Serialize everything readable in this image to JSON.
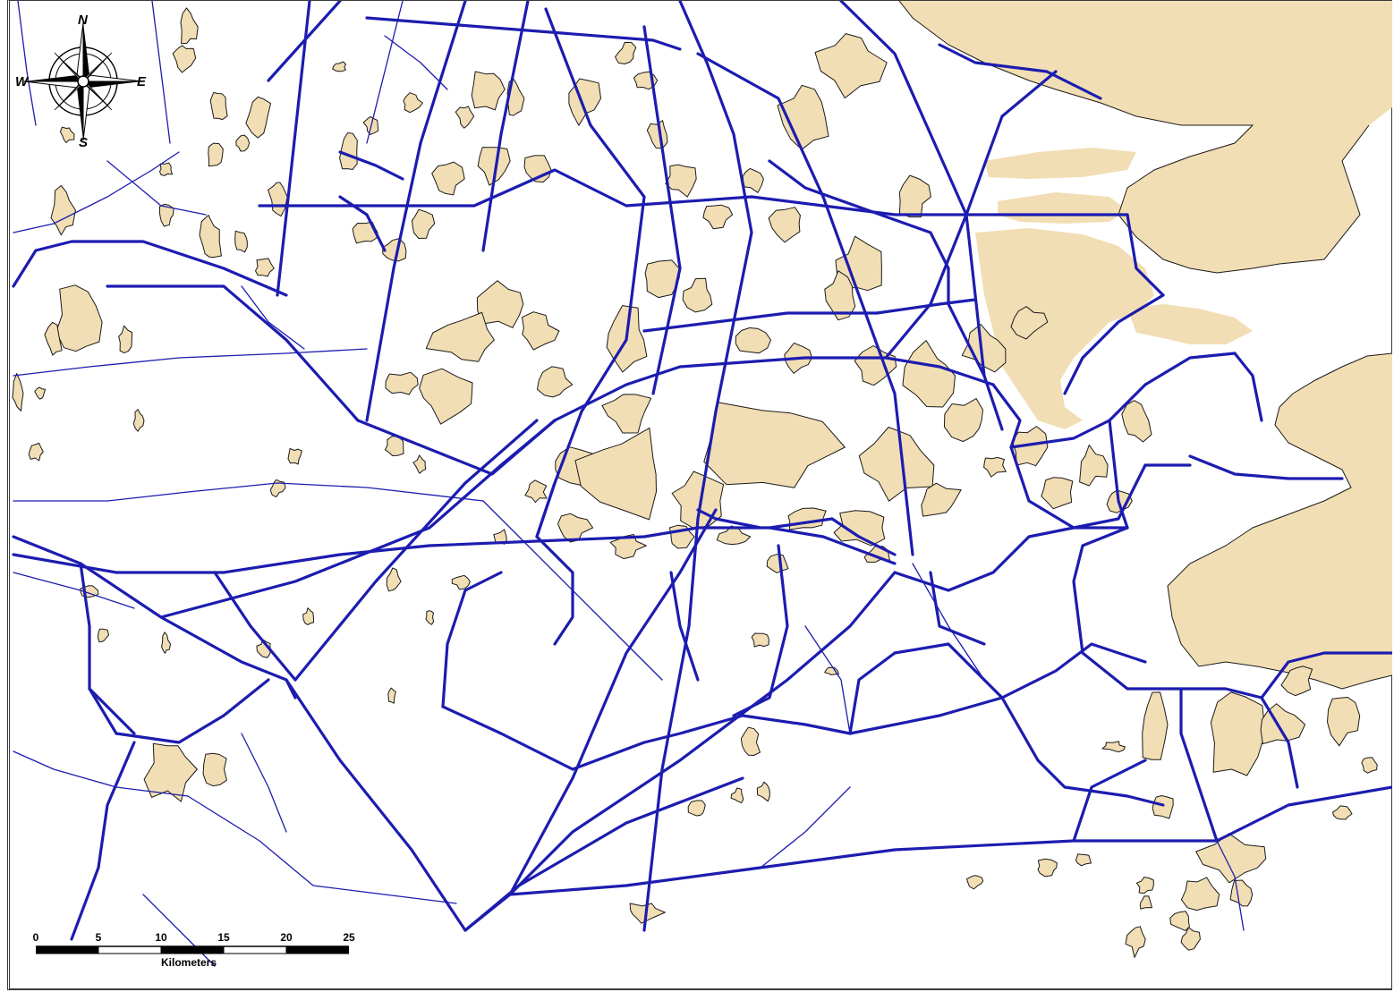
{
  "map": {
    "land_color": "#F2DEB4",
    "land_outline": "#1a1a1a",
    "route_color": "#1c1cb0",
    "water_color": "#ffffff"
  },
  "compass": {
    "north": "N",
    "south": "S",
    "east": "E",
    "west": "W"
  },
  "scale_bar": {
    "ticks": [
      "0",
      "5",
      "10",
      "15",
      "20",
      "25"
    ],
    "unit": "Kilometers"
  }
}
